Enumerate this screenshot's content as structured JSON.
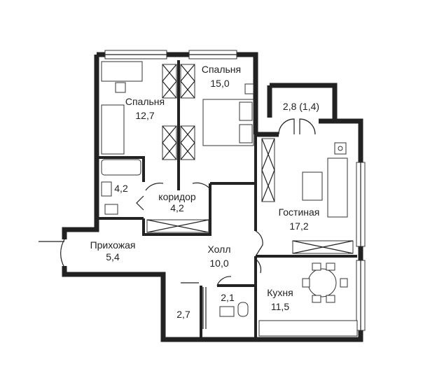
{
  "rooms": {
    "bedroom_a": {
      "name": "Спальня",
      "area": "12,7"
    },
    "bedroom_b": {
      "name": "Спальня",
      "area": "15,0"
    },
    "balcony": {
      "area": "2,8 (1,4)"
    },
    "bath": {
      "area": "4,2"
    },
    "corridor": {
      "name": "коридор",
      "area": "4,2"
    },
    "living": {
      "name": "Гостиная",
      "area": "17,2"
    },
    "entrance": {
      "name": "Прихожая",
      "area": "5,4"
    },
    "hall": {
      "name": "Холл",
      "area": "10,0"
    },
    "storage": {
      "area": "2,7"
    },
    "wc": {
      "area": "2,1"
    },
    "kitchen": {
      "name": "Кухня",
      "area": "11,5"
    }
  }
}
